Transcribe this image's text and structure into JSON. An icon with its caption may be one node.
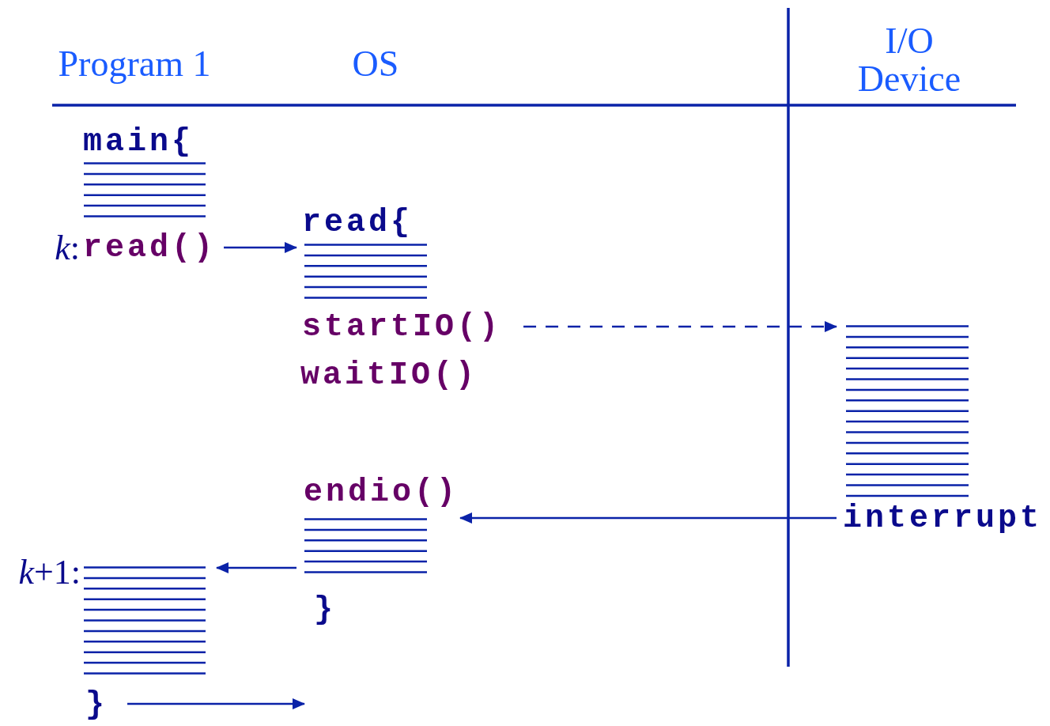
{
  "diagram": {
    "nodes": [
      {
        "text": [
          "read()"
        ],
        "beside": [
          "*k*:"
        ]
      },
      {
        "text": [
          "read{"
        ]
      },
      {
        "text": [
          "startIO()"
        ]
      },
      {
        "text": [],
        "shape": "lines"
      },
      {
        "text": [
          "interrupt"
        ]
      },
      {
        "text": [
          "endio()"
        ]
      },
      {
        "text": [],
        "shape": "lines",
        "beside": [
          "*k*+1:"
        ]
      },
      {
        "text": [
          "}"
        ]
      }
    ],
    "edges": [
      {
        "from": 0,
        "to": 1,
        "arrow": "to"
      },
      {
        "from": 2,
        "to": 3,
        "arrow": "to",
        "style": "dashed"
      },
      {
        "from": 4,
        "to": 5,
        "arrow": "to"
      },
      {
        "from": 5,
        "to": 6,
        "arrow": "to"
      },
      {
        "from": 7,
        "to": null,
        "arrow": "to"
      }
    ],
    "labels": [
      "Program 1",
      "OS",
      "I/O Device",
      "main{",
      "waitIO()",
      "}"
    ]
  }
}
